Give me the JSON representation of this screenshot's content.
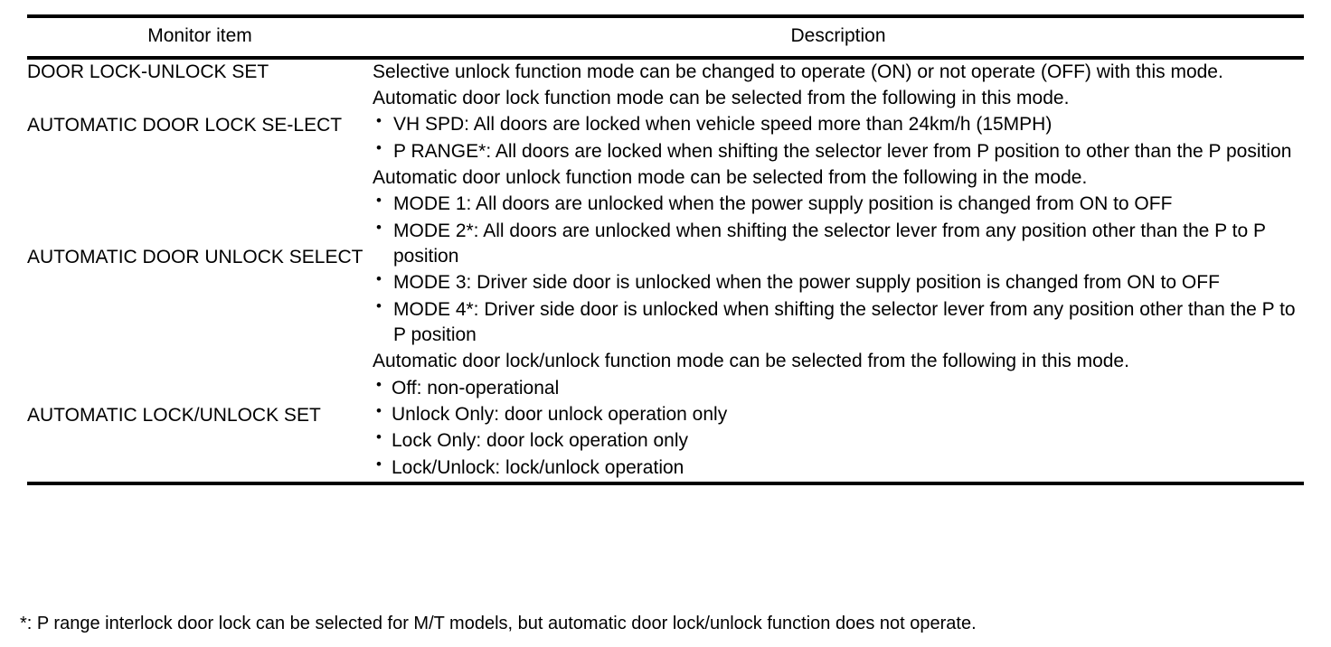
{
  "table": {
    "headers": {
      "item": "Monitor item",
      "description": "Description"
    },
    "rows": [
      {
        "item": "DOOR LOCK-UNLOCK SET",
        "lead": "Selective unlock function mode can be changed to operate (ON) or not operate (OFF) with this mode.",
        "bullets": []
      },
      {
        "item": "AUTOMATIC DOOR LOCK SE-LECT",
        "lead": "Automatic door lock function mode can be selected from the following in this mode.",
        "bullets": [
          "VH SPD: All doors are locked when vehicle speed more than 24km/h (15MPH)",
          "P RANGE*: All doors are locked when shifting the selector lever from P position to other than the P position"
        ]
      },
      {
        "item": "AUTOMATIC DOOR UNLOCK SELECT",
        "lead": "Automatic door unlock function mode can be selected from the following in the mode.",
        "bullets": [
          "MODE 1: All doors are unlocked when the power supply position is changed from ON to OFF",
          "MODE 2*: All doors are unlocked when shifting the selector lever from any position other than the P to P position",
          "MODE 3: Driver side door is unlocked when the power supply position is changed from ON to OFF",
          "MODE 4*: Driver side door is unlocked when shifting the selector lever from any position other than the P to P position"
        ]
      },
      {
        "item": "AUTOMATIC LOCK/UNLOCK SET",
        "lead": "Automatic door lock/unlock function mode can be selected from the following in this mode.",
        "bullets": [
          "Off: non-operational",
          "Unlock Only: door unlock operation only",
          "Lock Only: door lock operation only",
          "Lock/Unlock: lock/unlock operation"
        ]
      }
    ]
  },
  "footnote": "*: P range interlock door lock can be selected for M/T models, but automatic door lock/unlock function does not operate."
}
